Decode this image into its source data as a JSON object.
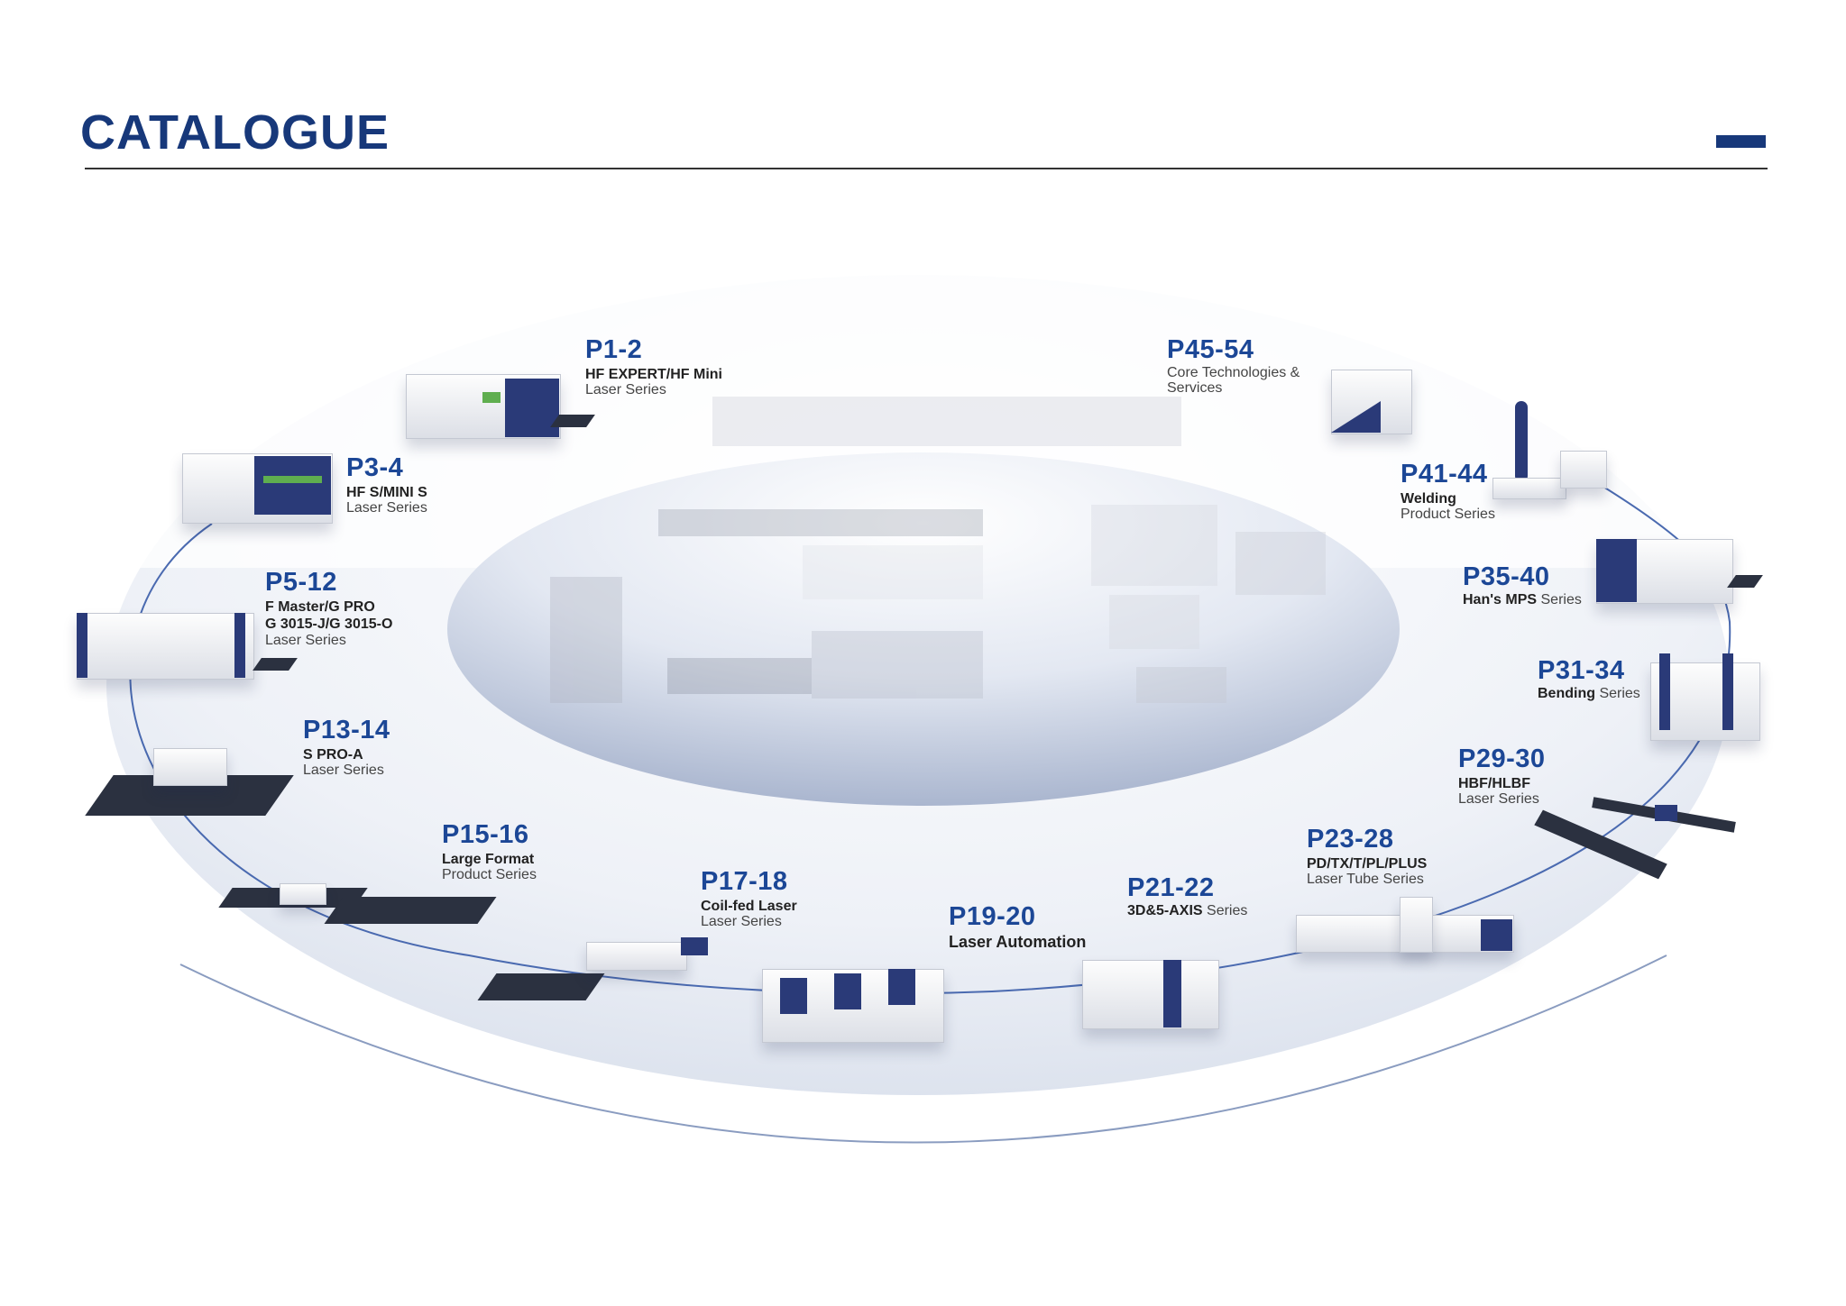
{
  "header": {
    "title": "CATALOGUE"
  },
  "colors": {
    "brand": "#17387a",
    "accent": "#1c4796"
  },
  "catalogue": [
    {
      "pages": "P1-2",
      "line1": "HF EXPERT/HF Mini",
      "line2": "Laser Series"
    },
    {
      "pages": "P3-4",
      "line1": "HF S/MINI S",
      "line2": "Laser Series"
    },
    {
      "pages": "P5-12",
      "line1": "F Master/G PRO",
      "line1b": "G 3015-J/G 3015-O",
      "line2": "Laser Series"
    },
    {
      "pages": "P13-14",
      "line1": "S PRO-A",
      "line2": "Laser Series"
    },
    {
      "pages": "P15-16",
      "line1": "Large Format",
      "line2": "Product Series"
    },
    {
      "pages": "P17-18",
      "line1": "Coil-fed Laser",
      "line2": "Laser Series"
    },
    {
      "pages": "P19-20",
      "line1": "Laser Automation"
    },
    {
      "pages": "P21-22",
      "line1": "3D&5-AXIS",
      "line2": "Series"
    },
    {
      "pages": "P23-28",
      "line1": "PD/TX/T/PL/PLUS",
      "line2": "Laser Tube Series"
    },
    {
      "pages": "P29-30",
      "line1": "HBF/HLBF",
      "line2": "Laser Series"
    },
    {
      "pages": "P31-34",
      "line1": "Bending",
      "line2": "Series"
    },
    {
      "pages": "P35-40",
      "line1": "Han's MPS",
      "line2": "Series"
    },
    {
      "pages": "P41-44",
      "line1": "Welding",
      "line2": "Product Series"
    },
    {
      "pages": "P45-54",
      "line1": "Core Technologies &",
      "line2": "Services"
    }
  ]
}
